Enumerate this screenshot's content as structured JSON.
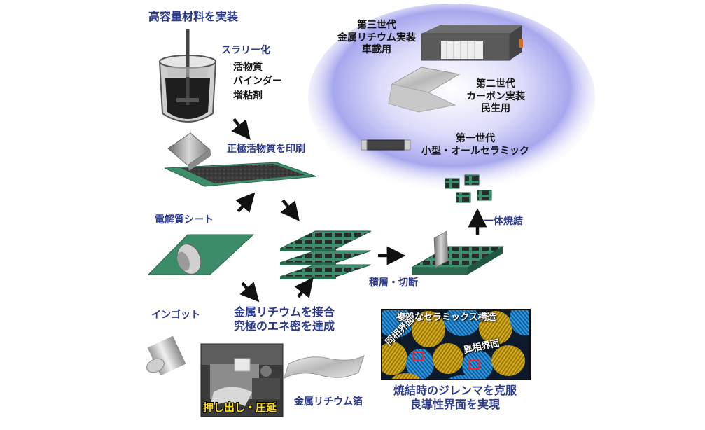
{
  "labels": {
    "high_capacity": "高容量材料を実装",
    "slurry": "スラリー化",
    "slurry_items": [
      "活物質",
      "バインダー",
      "増粘剤"
    ],
    "print_cathode": "正極活物質を印刷",
    "electrolyte_sheet": "電解質シート",
    "stack_cut": "積層・切断",
    "cosinter": "一体焼結",
    "ingot": "インゴット",
    "bond_li": "金属リチウムを接合",
    "energy_density": "究極のエネ密を達成",
    "extrude_roll": "押し出し・圧延",
    "li_foil": "金属リチウム箔",
    "dilemma": "焼結時のジレンマを克服",
    "good_interface": "良導性界面を実現"
  },
  "generations": {
    "third": [
      "第三世代",
      "金属リチウム実装",
      "車載用"
    ],
    "second": [
      "第二世代",
      "カーボン実装",
      "民生用"
    ],
    "first": [
      "第一世代",
      "小型・オールセラミック"
    ]
  },
  "micrograph": {
    "title": "複雑なセラミックス構造",
    "homo": "同相界面",
    "hetero": "異相界面"
  },
  "colors": {
    "label_blue": "#2c3a8c",
    "green_sheet": "#3a8a6a",
    "glow": "#8c8cf0",
    "grain_blue": "#1e90d8",
    "grain_yellow": "#d9b020"
  }
}
